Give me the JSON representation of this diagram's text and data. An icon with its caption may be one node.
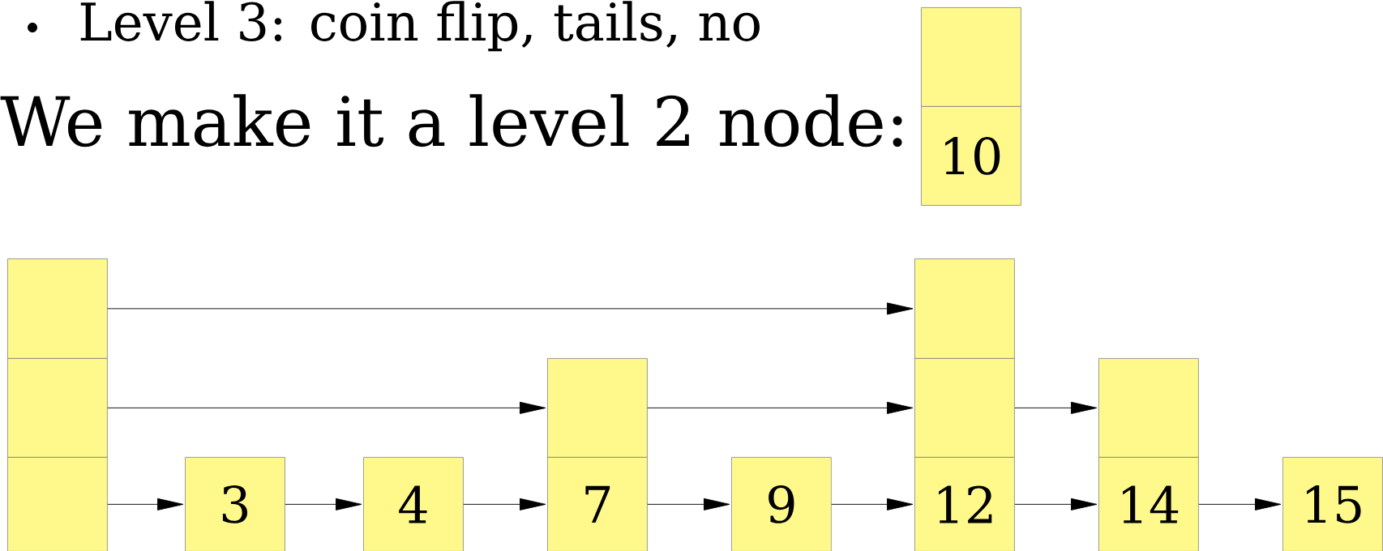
{
  "diagram": {
    "nodes": [
      {
        "text": [],
        "shape": "box"
      },
      {
        "text": [
          "10"
        ]
      },
      {
        "text": [],
        "shape": "box"
      },
      {
        "text": [],
        "shape": "box"
      },
      {
        "text": [],
        "shape": "box"
      },
      {
        "text": [
          "3"
        ]
      },
      {
        "text": [
          "4"
        ]
      },
      {
        "text": [],
        "shape": "box"
      },
      {
        "text": [
          "7"
        ]
      },
      {
        "text": [
          "9"
        ]
      },
      {
        "text": [],
        "shape": "box"
      },
      {
        "text": [],
        "shape": "box"
      },
      {
        "text": [
          "12"
        ]
      },
      {
        "text": [],
        "shape": "box"
      },
      {
        "text": [
          "14"
        ]
      },
      {
        "text": [
          "15"
        ]
      }
    ],
    "edges": [
      {
        "from": 2,
        "to": 10,
        "arrow": "to"
      },
      {
        "from": 3,
        "to": 7,
        "arrow": "to"
      },
      {
        "from": 7,
        "to": 11,
        "arrow": "to"
      },
      {
        "from": 11,
        "to": 13,
        "arrow": "to"
      },
      {
        "from": 4,
        "to": 5,
        "arrow": "to"
      },
      {
        "from": 5,
        "to": 6,
        "arrow": "to"
      },
      {
        "from": 6,
        "to": 8,
        "arrow": "to"
      },
      {
        "from": 8,
        "to": 9,
        "arrow": "to"
      },
      {
        "from": 9,
        "to": 12,
        "arrow": "to"
      },
      {
        "from": 12,
        "to": 14,
        "arrow": "to"
      },
      {
        "from": 14,
        "to": 15,
        "arrow": "to"
      }
    ],
    "labels": [
      "Level 3: coin flip, tails, no",
      "We make it a level 2 node:"
    ]
  }
}
